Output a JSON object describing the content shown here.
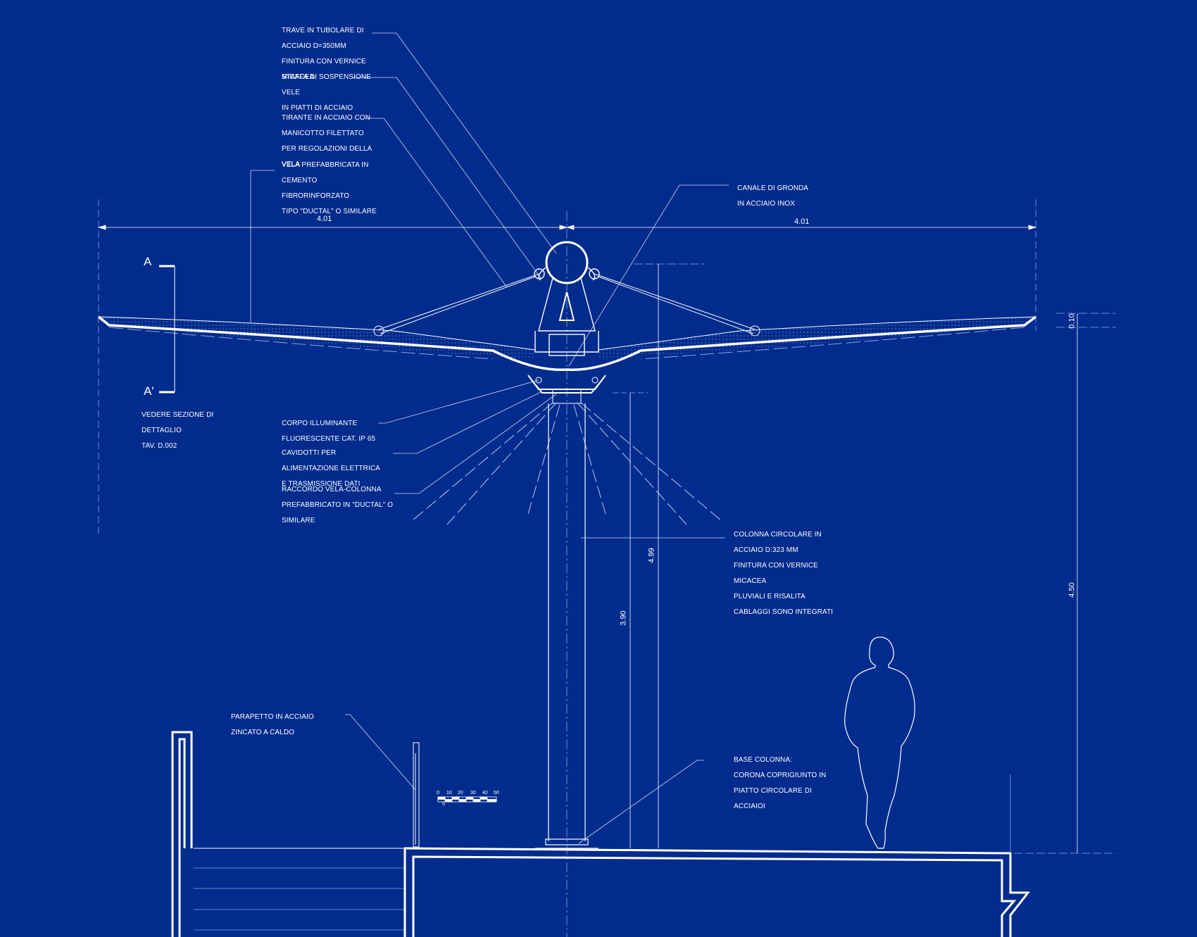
{
  "colors": {
    "background": "#012b8c",
    "line": "#ffffff",
    "line_faint": "#8fa6e8"
  },
  "notes": {
    "trave": [
      "TRAVE IN TUBOLARE DI",
      "ACCIAIO D=350MM",
      "FINITURA CON VERNICE",
      "MICACEA"
    ],
    "staffa": [
      "STAFFA DI SOSPENSIONE",
      "VELE",
      "IN PIATTI DI ACCIAIO"
    ],
    "tirante": [
      "TIRANTE IN ACCIAIO CON",
      "MANICOTTO FILETTATO",
      "PER REGOLAZIONI DELLA",
      "VELA"
    ],
    "vela": [
      "VELA PREFABBRICATA IN",
      "CEMENTO",
      "FIBRORINFORZATO",
      "TIPO \"DUCTAL\" O SIMILARE"
    ],
    "canale": [
      "CANALE DI GRONDA",
      "IN ACCIAIO INOX"
    ],
    "sezione": [
      "VEDERE SEZIONE DI",
      "DETTAGLIO",
      "TAV. D.002"
    ],
    "corpo": [
      "CORPO ILLUMINANTE",
      "FLUORESCENTE CAT. IP 65"
    ],
    "cavidotti": [
      "CAVIDOTTI PER",
      "ALIMENTAZIONE ELETTRICA",
      "E TRASMISSIONE DATI"
    ],
    "raccordo": [
      "RACCORDO VELA-COLONNA",
      "PREFABBRICATO IN \"DUCTAL\" O",
      "SIMILARE"
    ],
    "colonna": [
      "COLONNA CIRCOLARE IN",
      "ACCIAIO D:323 MM",
      "FINITURA CON VERNICE",
      "MICACEA",
      "PLUVIALI E RISALITA",
      "CABLAGGI SONO INTEGRATI"
    ],
    "parapetto": [
      "PARAPETTO IN ACCIAIO",
      "ZINCATO A CALDO"
    ],
    "base": [
      "BASE COLONNA:",
      "CORONA COPRIGIUNTO IN",
      "PIATTO CIRCOLARE DI",
      "ACCIAIOI"
    ]
  },
  "dimensions": {
    "left_span": "4.01",
    "right_span": "4.01",
    "sail_thickness": "0.10",
    "total_height": "4.99",
    "clear_height": "3.90",
    "edge_height": "4.50"
  },
  "section": {
    "top": "A",
    "bottom": "A'"
  },
  "scale_bar": {
    "labels": [
      "0",
      "10",
      "20",
      "30",
      "40",
      "50"
    ],
    "sub": "5"
  }
}
